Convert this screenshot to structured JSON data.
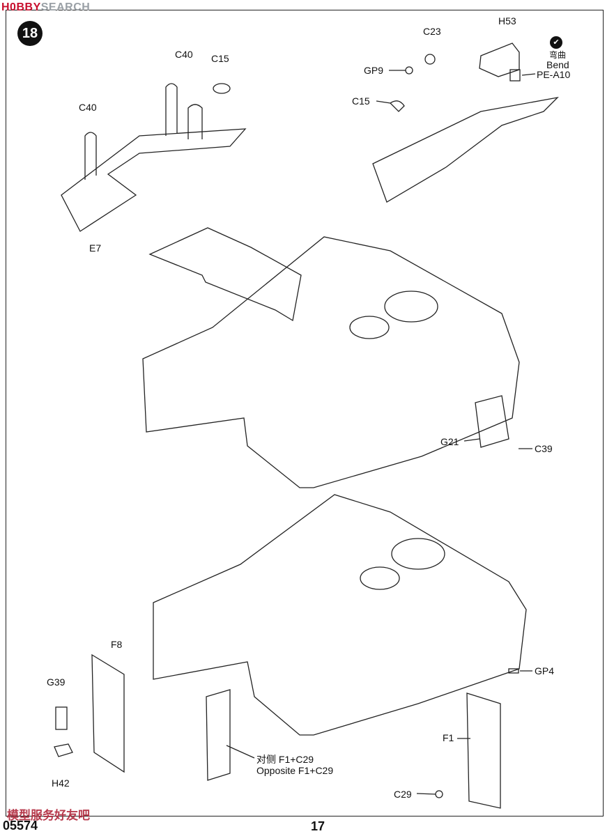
{
  "watermarks": {
    "top_brand": "H0BBY",
    "top_suffix": "SEARCH",
    "bottom": "模型服务好友吧"
  },
  "step": {
    "number": "18"
  },
  "bend_note": {
    "cn": "弯曲",
    "en": "Bend"
  },
  "callouts": {
    "c40_top": "C40",
    "c15_top": "C15",
    "c40_left": "C40",
    "e7": "E7",
    "c23": "C23",
    "gp9": "GP9",
    "h53": "H53",
    "pe_a10": "PE-A10",
    "c15_right": "C15",
    "g21": "G21",
    "c39": "C39",
    "f8": "F8",
    "g39": "G39",
    "h42": "H42",
    "opposite_cn": "对侧  F1+C29",
    "opposite_en": "Opposite F1+C29",
    "gp4": "GP4",
    "f1": "F1",
    "c29": "C29"
  },
  "footer": {
    "code": "05574",
    "page": "17"
  }
}
